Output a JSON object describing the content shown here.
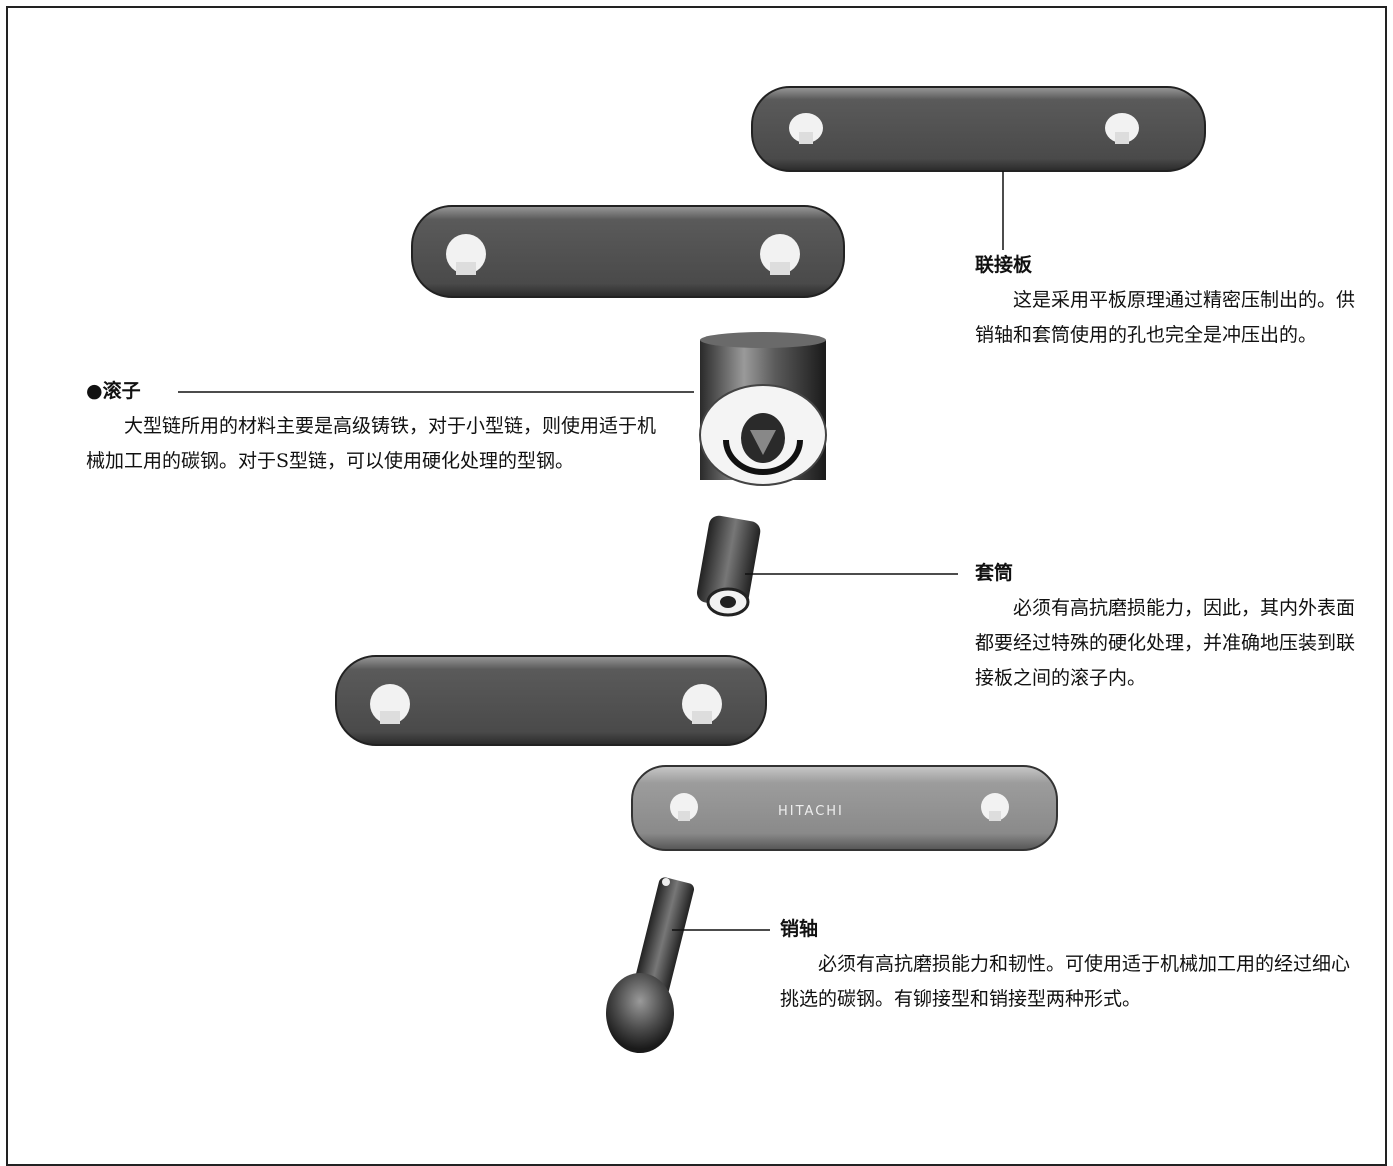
{
  "callouts": {
    "link_plate": {
      "title": "联接板",
      "body": "这是采用平板原理通过精密压制出的。供销轴和套筒使用的孔也完全是冲压出的。"
    },
    "roller": {
      "title": "●滚子",
      "body": "大型链所用的材料主要是高级铸铁，对于小型链，则使用适于机械加工用的碳钢。对于S型链，可以使用硬化处理的型钢。"
    },
    "bushing": {
      "title": "套筒",
      "body": "必须有高抗磨损能力，因此，其内外表面都要经过特殊的硬化处理，并准确地压装到联接板之间的滚子内。"
    },
    "pin": {
      "title": "销轴",
      "body": "必须有高抗磨损能力和韧性。可使用适于机械加工用的经过细心挑选的碳钢。有铆接型和销接型两种形式。"
    }
  },
  "plate_marking": "HITACHI",
  "colors": {
    "plate_dark": "#4a4a4a",
    "plate_light": "#8a8a8a",
    "line": "#111111",
    "background": "#ffffff"
  }
}
